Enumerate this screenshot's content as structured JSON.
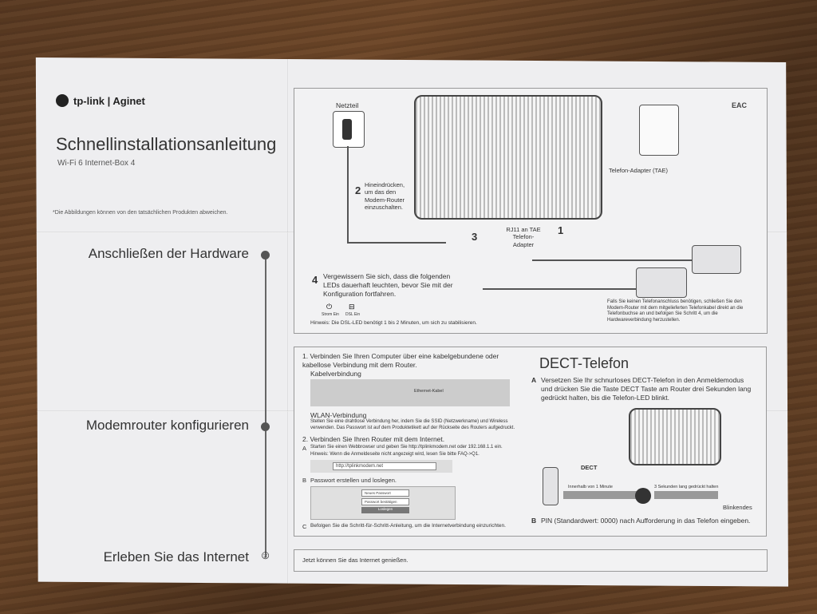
{
  "brand": {
    "logo": "tp-link | Aginet"
  },
  "cover": {
    "title": "Schnellinstallationsanleitung",
    "subtitle": "Wi-Fi 6 Internet-Box 4",
    "disclaimer": "*Die Abbildungen können von den tatsächlichen Produkten abweichen."
  },
  "sections": {
    "hardware": "Anschließen der Hardware",
    "configure": "Modemrouter konfigurieren",
    "internet": "Erleben Sie das Internet"
  },
  "hardware_panel": {
    "netzteil": "Netzteil",
    "step2_num": "2",
    "step2_text": "Hineindrücken, um das den Modem-Router einzuschalten.",
    "step3_num": "3",
    "step1_num": "1",
    "adapter_label": "Telefon-Adapter (TAE)",
    "rj11_label": "RJ11 an TAE Telefon-Adapter",
    "step4_num": "4",
    "step4_text": "Vergewissern Sie sich, dass die folgenden LEDs dauerhaft leuchten, bevor Sie mit der Konfiguration fortfahren.",
    "led1": "Strom Ein",
    "led2": "DSL Ein",
    "hint": "Hinweis: Die DSL-LED benötigt 1 bis 2 Minuten, um sich zu stabilisieren.",
    "no_phone_note": "Falls Sie keinen Telefonanschluss benötigen, schließen Sie den Modem-Router mit dem mitgelieferten Telefonkabel direkt an die Telefonbuchse an und befolgen Sie Schritt 4, um die Hardwareverbindung herzustellen.",
    "cert": "EAC"
  },
  "config_panel": {
    "step1": "1. Verbinden Sie Ihren Computer über eine kabelgebundene oder kabellose Verbindung mit dem Router.",
    "kabel": "Kabelverbindung",
    "ethernet": "Ethernet-Kabel",
    "wlan_title": "WLAN-Verbindung",
    "wlan_text": "Stellen Sie eine drahtlose Verbindung her, indem Sie die SSID (Netzwerkname) und Wireless verwenden. Das Passwort ist auf dem Produktetikett auf der Rückseite des Routers aufgedruckt.",
    "step2": "2. Verbinden Sie Ihren Router mit dem Internet.",
    "step2a": "Starten Sie einen Webbrowser und geben Sie http://tplinkmodem.net oder 192.168.1.1 ein.",
    "step2a_hint": "Hinweis: Wenn die Anmeldeseite nicht angezeigt wird, lesen Sie bitte FAQ->Q1.",
    "url": "http://tplinkmodem.net",
    "step2b": "Passwort erstellen und loslegen.",
    "pw1": "Neues Passwort",
    "pw2": "Passwort bestätigen",
    "pw_btn": "Loslegen",
    "step2c": "Befolgen Sie die Schritt-für-Schritt-Anleitung, um die Internetverbindung einzurichten.",
    "a": "A",
    "b": "B",
    "c": "C"
  },
  "dect_panel": {
    "title": "DECT-Telefon",
    "a": "A",
    "a_text": "Versetzen Sie Ihr schnurloses DECT-Telefon in den Anmeldemodus und drücken Sie die Taste DECT Taste am Router drei Sekunden lang gedrückt halten, bis die Telefon-LED blinkt.",
    "dect_label": "DECT",
    "within": "Innerhalb von 1 Minute",
    "hold": "3 Sekunden lang gedrückt halten",
    "blink": "Blinkendes",
    "b": "B",
    "b_text": "PIN (Standardwert: 0000) nach Aufforderung in das Telefon eingeben."
  },
  "internet_panel": {
    "text": "Jetzt können Sie das Internet genießen."
  }
}
